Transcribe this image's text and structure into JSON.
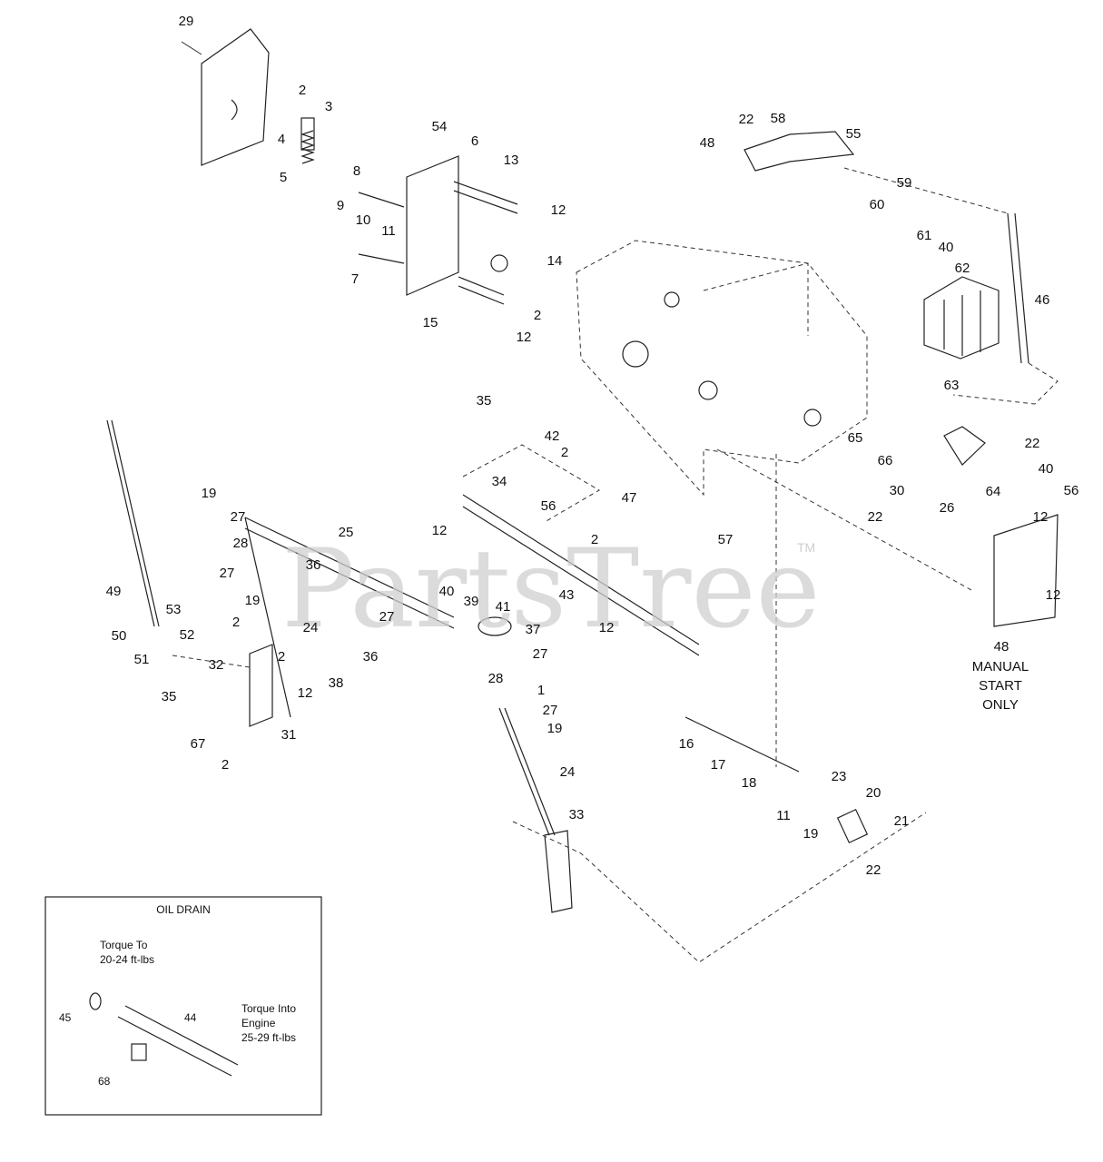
{
  "watermark": {
    "text": "PartsTree",
    "tm": "TM"
  },
  "callouts": [
    "29",
    "2",
    "3",
    "4",
    "5",
    "54",
    "6",
    "13",
    "22",
    "58",
    "55",
    "48",
    "8",
    "9",
    "10",
    "11",
    "12",
    "59",
    "60",
    "61",
    "40",
    "62",
    "7",
    "14",
    "2",
    "15",
    "12",
    "46",
    "35",
    "42",
    "2",
    "34",
    "56",
    "47",
    "65",
    "63",
    "22",
    "66",
    "40",
    "64",
    "56",
    "26",
    "30",
    "22",
    "12",
    "57",
    "19",
    "27",
    "28",
    "25",
    "12",
    "2",
    "27",
    "36",
    "19",
    "49",
    "53",
    "50",
    "51",
    "52",
    "24",
    "40",
    "39",
    "41",
    "43",
    "12",
    "27",
    "36",
    "37",
    "27",
    "28",
    "2",
    "2",
    "12",
    "32",
    "38",
    "35",
    "67",
    "31",
    "2",
    "1",
    "27",
    "19",
    "24",
    "16",
    "17",
    "18",
    "23",
    "20",
    "11",
    "19",
    "21",
    "22",
    "33",
    "12",
    "48"
  ],
  "manual_start_note": [
    "MANUAL",
    "START",
    "ONLY"
  ],
  "inset": {
    "title": "OIL DRAIN",
    "torque_to": [
      "Torque To",
      "20-24 ft-lbs"
    ],
    "torque_into": [
      "Torque Into",
      "Engine",
      "25-29 ft-lbs"
    ],
    "parts": [
      "45",
      "44",
      "68"
    ]
  }
}
